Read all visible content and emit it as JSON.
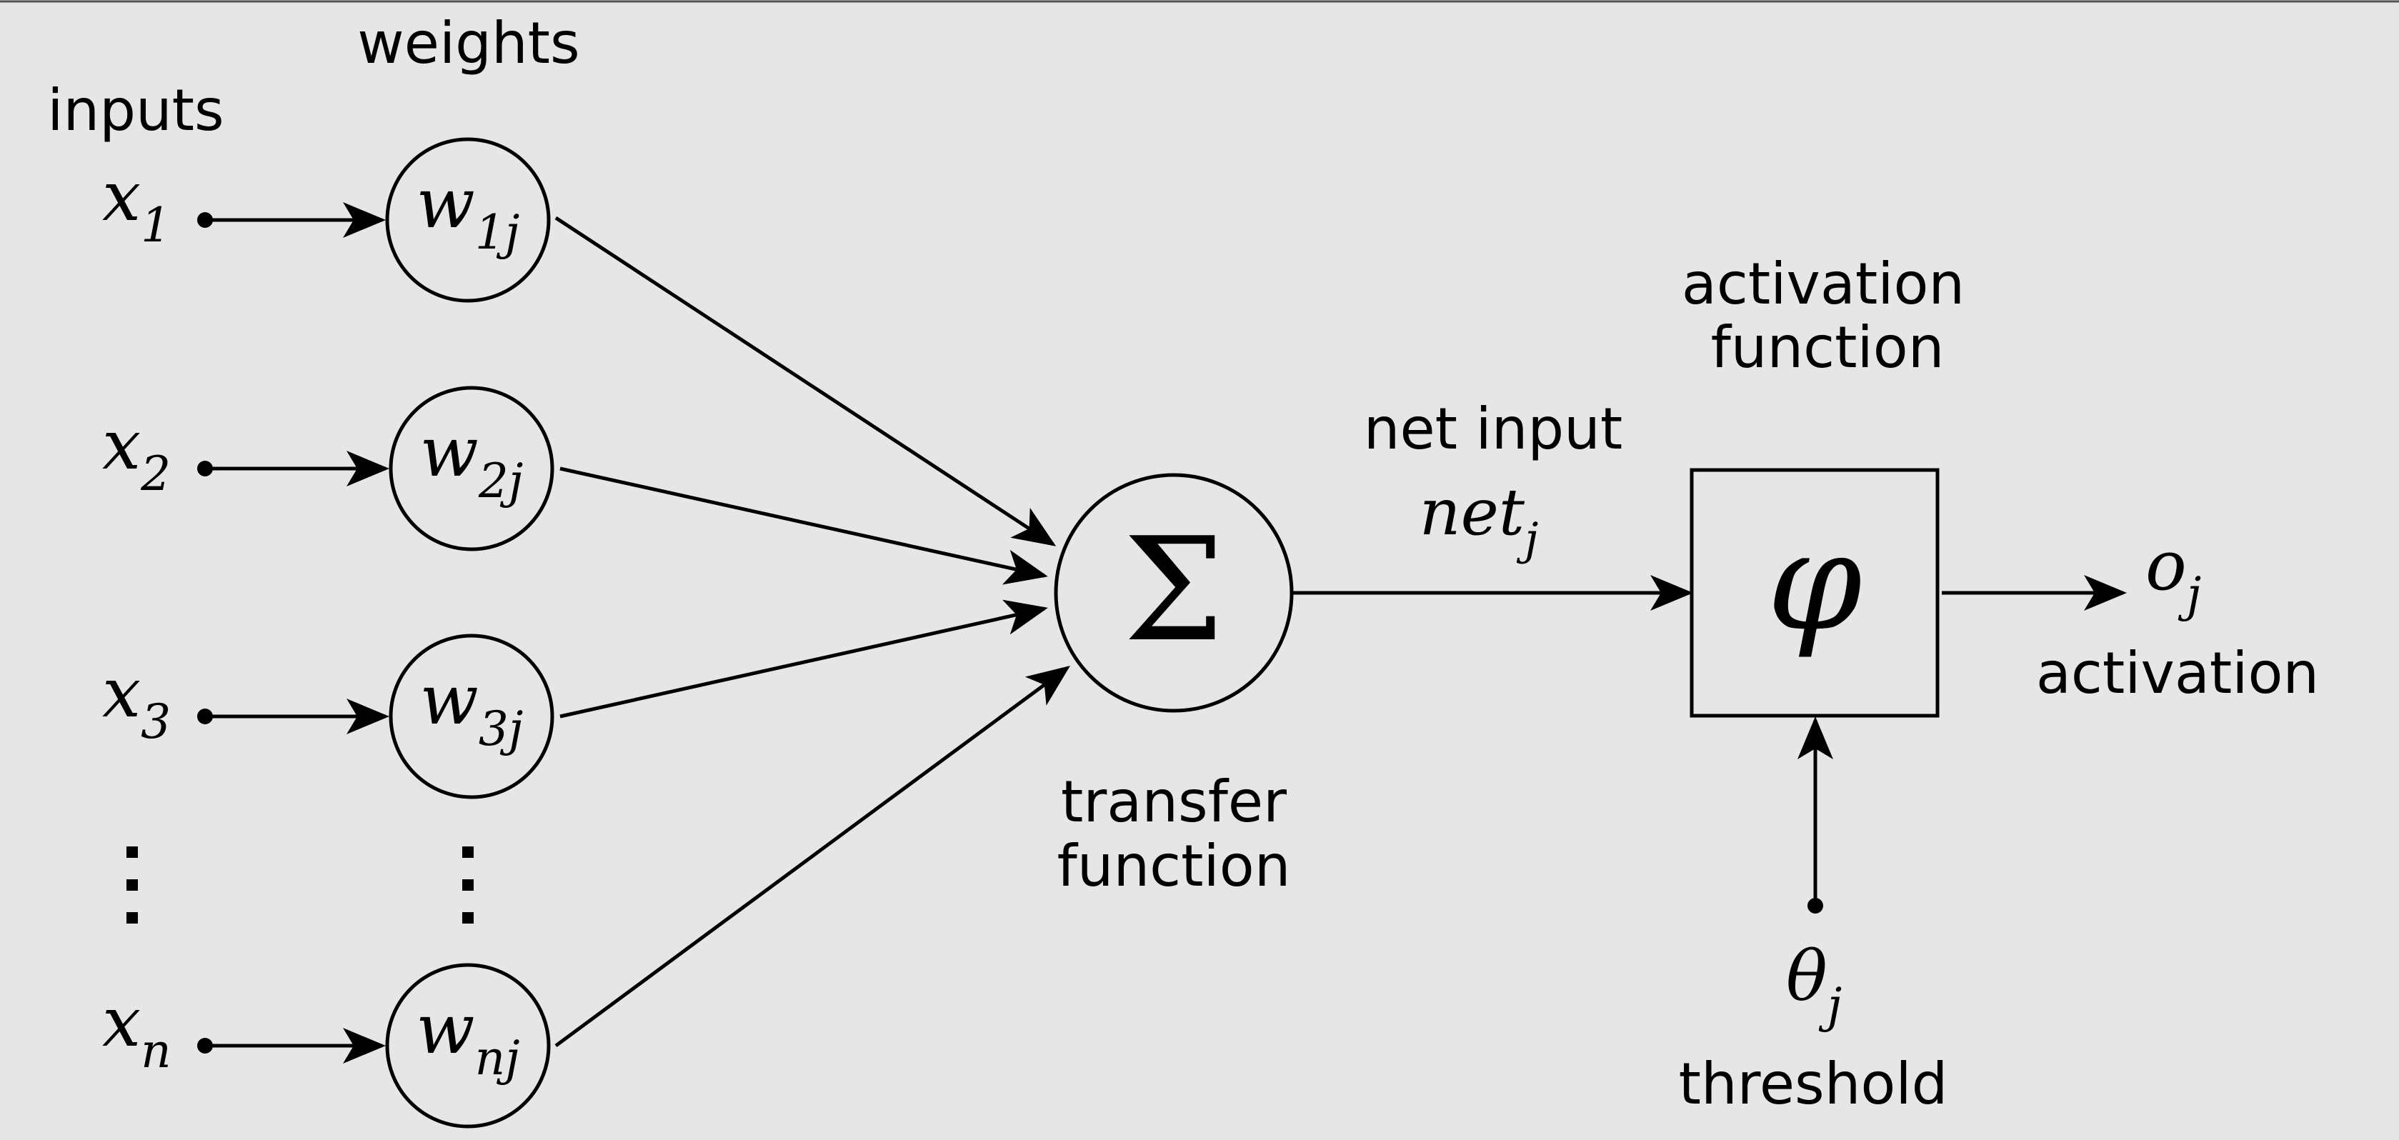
{
  "labels": {
    "inputs": "inputs",
    "weights": "weights",
    "transfer_function_line1": "transfer",
    "transfer_function_line2": "function",
    "net_input": "net input",
    "activation_function_line1": "activation",
    "activation_function_line2": "function",
    "activation": "activation",
    "threshold": "threshold"
  },
  "inputs": [
    {
      "base": "x",
      "sub": "1"
    },
    {
      "base": "x",
      "sub": "2"
    },
    {
      "base": "x",
      "sub": "3"
    },
    {
      "base": "x",
      "sub": "n"
    }
  ],
  "weights": [
    {
      "base": "w",
      "sub": "1j"
    },
    {
      "base": "w",
      "sub": "2j"
    },
    {
      "base": "w",
      "sub": "3j"
    },
    {
      "base": "w",
      "sub": "nj"
    }
  ],
  "symbols": {
    "sigma": "Σ",
    "phi": "φ",
    "net_base": "net",
    "net_sub": "j",
    "output_base": "o",
    "output_sub": "j",
    "theta_base": "θ",
    "theta_sub": "j"
  },
  "colors": {
    "background": "#e6e6e6",
    "ink": "#000000"
  }
}
